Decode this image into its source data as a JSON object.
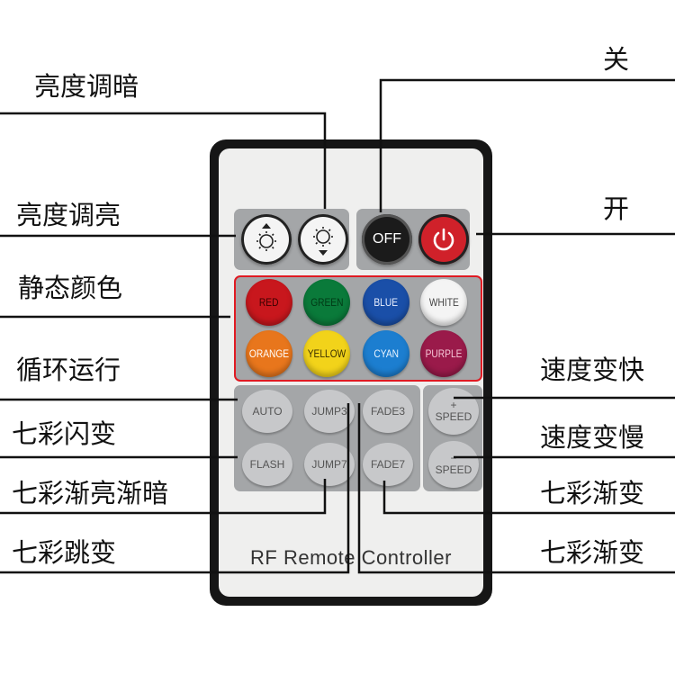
{
  "labels": {
    "brightness_down": "亮度调暗",
    "brightness_up": "亮度调亮",
    "static_color": "静态颜色",
    "cycle_run": "循环运行",
    "flash_change": "七彩闪变",
    "fade_bright_dark": "七彩渐亮渐暗",
    "jump_change": "七彩跳变",
    "off": "关",
    "on": "开",
    "speed_up": "速度变快",
    "speed_down": "速度变慢",
    "fade_change_1": "七彩渐变",
    "fade_change_2": "七彩渐变"
  },
  "remote": {
    "off_label": "OFF",
    "colors": [
      {
        "label": "RED",
        "color": "#c8171d"
      },
      {
        "label": "GREEN",
        "color": "#0a7a3a"
      },
      {
        "label": "BLUE",
        "color": "#1a4fa8"
      },
      {
        "label": "WHITE",
        "color": "#f4f4f4"
      },
      {
        "label": "ORANGE",
        "color": "#e8761c"
      },
      {
        "label": "YELLOW",
        "color": "#f2d31a"
      },
      {
        "label": "CYAN",
        "color": "#1c7ed0"
      },
      {
        "label": "PURPLE",
        "color": "#9a1a4a"
      }
    ],
    "function_buttons": {
      "auto": "AUTO",
      "jump3": "JUMP3",
      "fade3": "FADE3",
      "flash": "FLASH",
      "jump7": "JUMP7",
      "fade7": "FADE7",
      "speed_plus_symbol": "+",
      "speed_plus": "SPEED",
      "speed_minus_symbol": "−",
      "speed_minus": "SPEED"
    },
    "brand": "RF Remote Controller"
  }
}
